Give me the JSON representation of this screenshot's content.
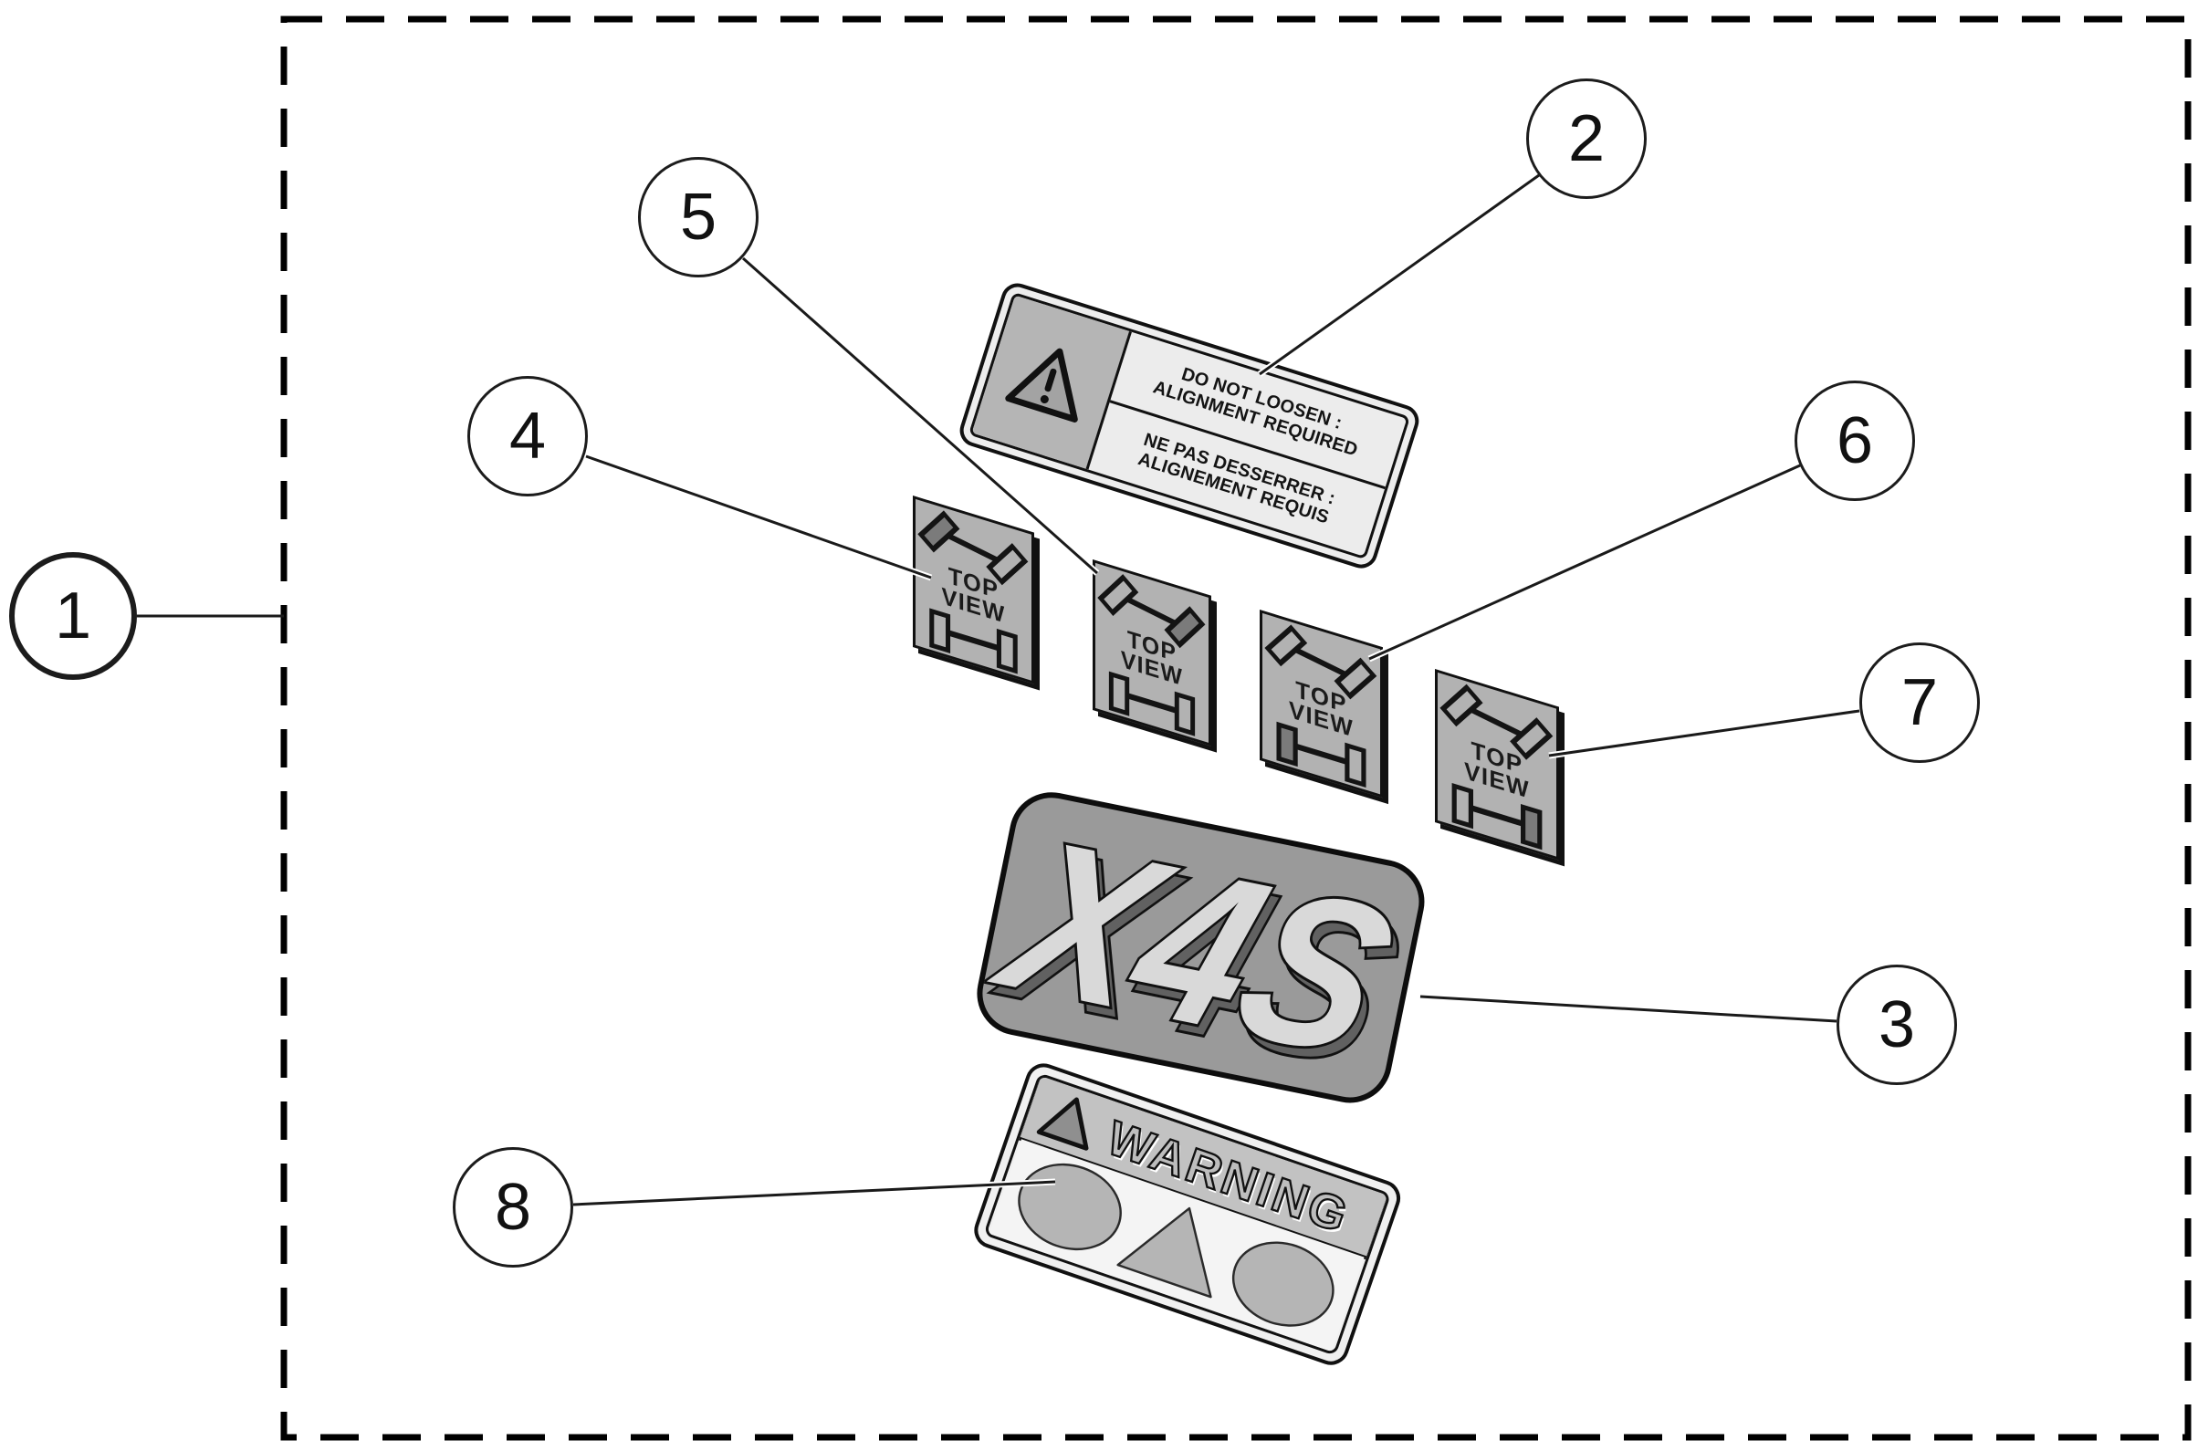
{
  "figure": {
    "type": "decal-location-diagram",
    "frame_style": "dashed-rectangle"
  },
  "callouts": [
    {
      "number": "1",
      "target": "decal-kit-boundary"
    },
    {
      "number": "2",
      "target": "alignment-warning-label"
    },
    {
      "number": "3",
      "target": "model-badge-x4s"
    },
    {
      "number": "4",
      "target": "top-view-decal-front-left"
    },
    {
      "number": "5",
      "target": "top-view-decal-front-right"
    },
    {
      "number": "6",
      "target": "top-view-decal-rear-left"
    },
    {
      "number": "7",
      "target": "top-view-decal-rear-right"
    },
    {
      "number": "8",
      "target": "warning-pictogram-label"
    }
  ],
  "labels": {
    "alignment": {
      "icon": "warning-triangle-icon",
      "en1": "DO NOT LOOSEN :",
      "en2": "ALIGNMENT REQUIRED",
      "fr1": "NE PAS DESSERRER :",
      "fr2": "ALIGNEMENT REQUIS"
    },
    "badge": {
      "text": "X4S"
    },
    "warning": {
      "icon": "warning-triangle-icon",
      "title": "WARNING"
    },
    "decals": [
      {
        "line1": "TOP",
        "line2": "VIEW",
        "highlight": "front-left"
      },
      {
        "line1": "TOP",
        "line2": "VIEW",
        "highlight": "front-right"
      },
      {
        "line1": "TOP",
        "line2": "VIEW",
        "highlight": "rear-left"
      },
      {
        "line1": "TOP",
        "line2": "VIEW",
        "highlight": "rear-right"
      }
    ]
  },
  "colors": {
    "ink": "#111111",
    "decal_gray": "#b2b2b2",
    "wheel_highlight": "#7b7b7b",
    "badge_background": "#9a9a9a",
    "badge_letters": "#d9d9d9",
    "label_background": "#ededed",
    "warning_band": "#c2c2c2",
    "pictogram_gray": "#b5b5b5"
  }
}
